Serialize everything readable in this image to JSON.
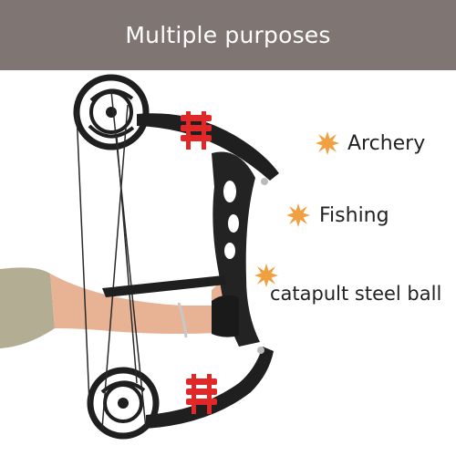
{
  "banner": {
    "title": "Multiple purposes"
  },
  "purposes": [
    {
      "label": "Archery",
      "icon": "starburst-icon"
    },
    {
      "label": "Fishing",
      "icon": "starburst-icon"
    },
    {
      "label": "catapult steel ball",
      "icon": "starburst-icon"
    }
  ],
  "colors": {
    "banner": "#7f7673",
    "starburst": "#f0a040",
    "bow": "#1f1f1f",
    "arrow_rest": "#e02828",
    "sleeve": "#b3ad94",
    "skin": "#e8b294"
  }
}
